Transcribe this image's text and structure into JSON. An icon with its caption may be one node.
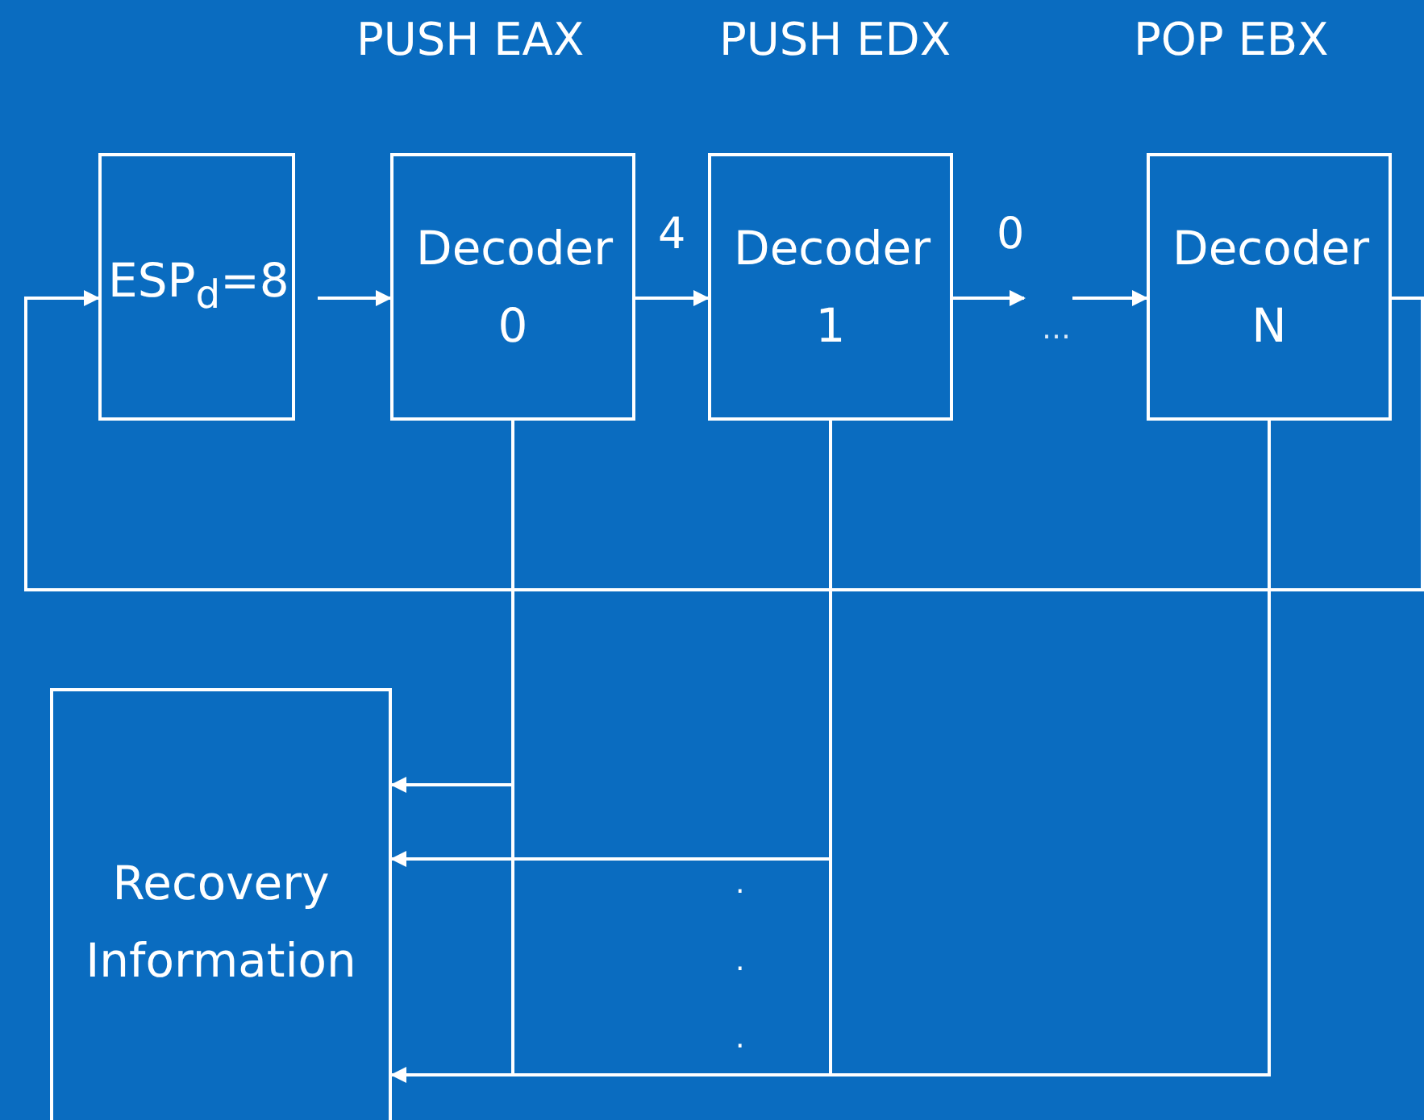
{
  "diagram": {
    "nodes": [
      {
        "text": [
          "ESP$_{d}$=8"
        ]
      },
      {
        "text": [
          "Decoder 0"
        ]
      },
      {
        "text": [
          "Decoder 1"
        ]
      },
      {
        "text": [
          "…"
        ]
      },
      {
        "text": [
          "Decoder N"
        ]
      },
      {
        "text": [
          "Recovery Information"
        ]
      }
    ],
    "edges": [
      {
        "from": 0,
        "to": 1,
        "arrow": "to"
      },
      {
        "from": 1,
        "to": 2,
        "arrow": "to",
        "label": "4"
      },
      {
        "from": 2,
        "to": 3,
        "arrow": "to",
        "label": "0"
      },
      {
        "from": 3,
        "to": 4,
        "arrow": "to"
      },
      {
        "from": 4,
        "to": 0,
        "arrow": "to"
      },
      {
        "from": 1,
        "to": 5,
        "arrow": "to"
      },
      {
        "from": 2,
        "to": 5,
        "arrow": "to"
      },
      {
        "from": 4,
        "to": 5,
        "arrow": "to"
      }
    ],
    "labels": [
      "PUSH EAX",
      "PUSH EDX",
      "POP EBX",
      ".",
      ".",
      "."
    ]
  }
}
